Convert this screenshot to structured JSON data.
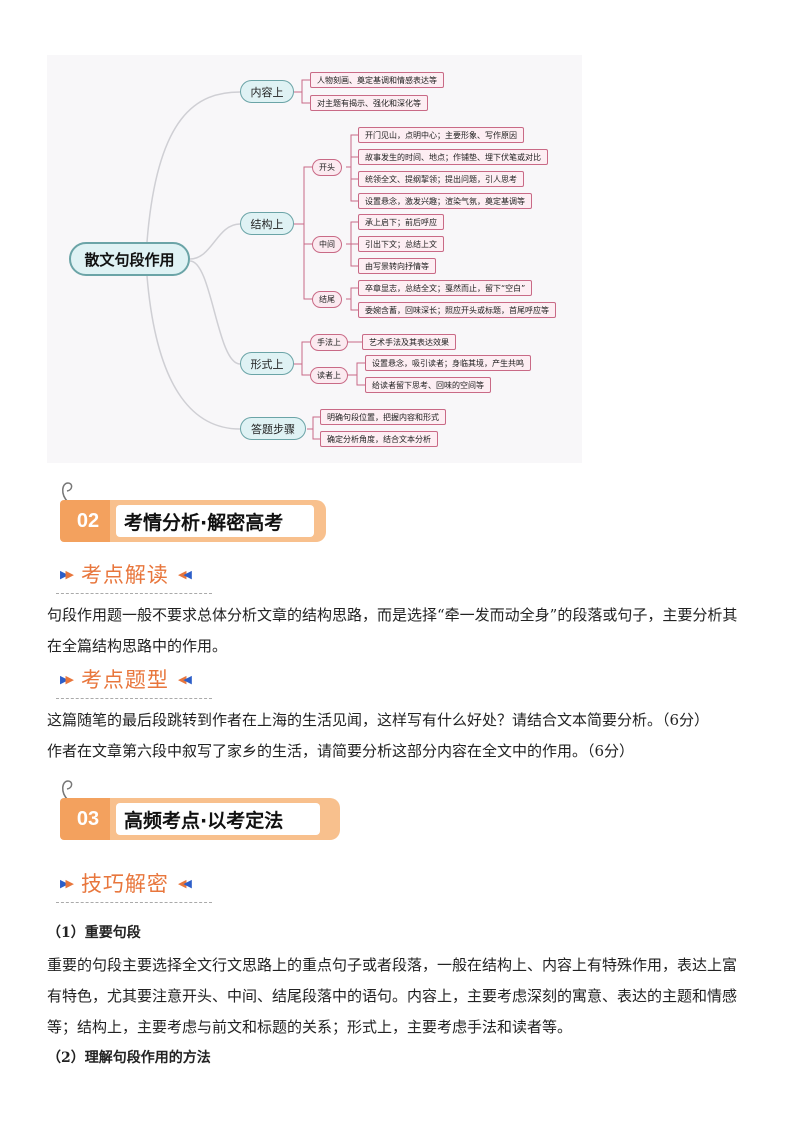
{
  "mindmap": {
    "root": "散文句段作用",
    "branches": [
      {
        "label": "内容上",
        "leaves": [
          "人物刻画、奠定基调和情感表达等",
          "对主题有揭示、强化和深化等"
        ]
      },
      {
        "label": "结构上",
        "groups": [
          {
            "label": "开头",
            "leaves": [
              "开门见山，点明中心；主要形象、写作原因",
              "故事发生的时间、地点；作铺垫、埋下伏笔或对比",
              "统领全文、提纲挈领；提出问题，引人思考",
              "设置悬念，激发兴趣；渲染气氛，奠定基调等"
            ]
          },
          {
            "label": "中间",
            "leaves": [
              "承上启下；前后呼应",
              "引出下文；总结上文",
              "由写景转向抒情等"
            ]
          },
          {
            "label": "结尾",
            "leaves": [
              "卒章显志，总结全文；戛然而止，留下“空白”",
              "委婉含蓄，回味深长；照应开头或标题，首尾呼应等"
            ]
          }
        ]
      },
      {
        "label": "形式上",
        "groups": [
          {
            "label": "手法上",
            "leaves": [
              "艺术手法及其表达效果"
            ]
          },
          {
            "label": "读者上",
            "leaves": [
              "设置悬念，吸引读者；身临其境，产生共鸣",
              "给读者留下思考、回味的空间等"
            ]
          }
        ]
      },
      {
        "label": "答题步骤",
        "leaves": [
          "明确句段位置，把握内容和形式",
          "确定分析角度，结合文本分析"
        ]
      }
    ]
  },
  "section02": {
    "number": "02",
    "title": "考情分析·解密高考"
  },
  "kaodian_jiedu": {
    "heading": "考点解读",
    "text": "句段作用题一般不要求总体分析文章的结构思路，而是选择“牵一发而动全身”的段落或句子，主要分析其在全篇结构思路中的作用。"
  },
  "kaodian_tixing": {
    "heading": "考点题型",
    "q1": "这篇随笔的最后段跳转到作者在上海的生活见闻，这样写有什么好处？请结合文本简要分析。（6分）",
    "q2": "作者在文章第六段中叙写了家乡的生活，请简要分析这部分内容在全文中的作用。（6分）"
  },
  "section03": {
    "number": "03",
    "title": "高频考点·以考定法"
  },
  "jiqiao": {
    "heading": "技巧解密",
    "h1": "（1）重要句段",
    "p1": "重要的句段主要选择全文行文思路上的重点句子或者段落，一般在结构上、内容上有特殊作用，表达上富有特色，尤其要注意开头、中间、结尾段落中的语句。内容上，主要考虑深刻的寓意、表达的主题和情感等；结构上，主要考虑与前文和标题的关系；形式上，主要考虑手法和读者等。",
    "h2": "（2）理解句段作用的方法"
  }
}
